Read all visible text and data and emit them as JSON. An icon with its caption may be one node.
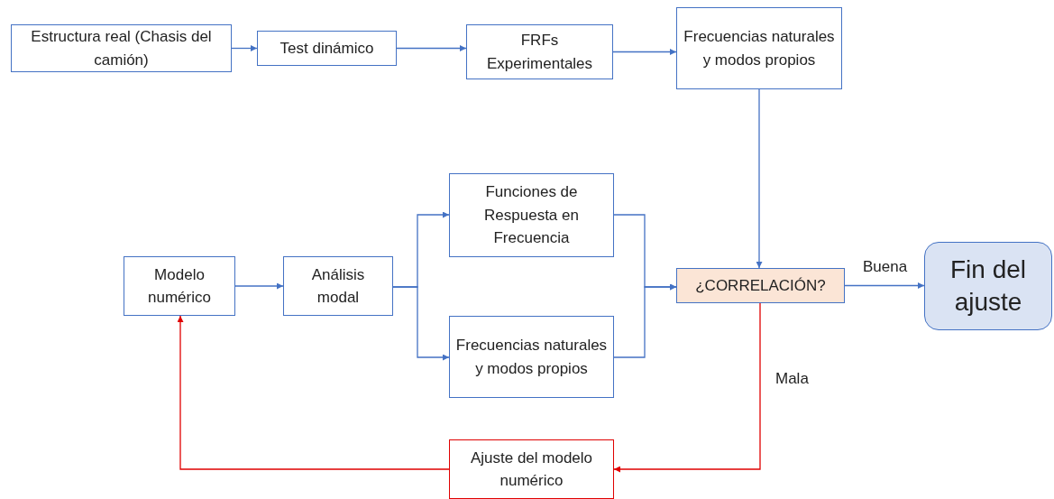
{
  "diagram": {
    "nodes": [
      {
        "text": [
          "Estructura real (Chasis del camión)"
        ]
      },
      {
        "text": [
          "Test dinámico"
        ]
      },
      {
        "text": [
          "FRFs Experimentales"
        ]
      },
      {
        "text": [
          "Frecuencias naturales y modos propios"
        ]
      },
      {
        "text": [
          "Modelo numérico"
        ]
      },
      {
        "text": [
          "Análisis modal"
        ]
      },
      {
        "text": [
          "Funciones de Respuesta en Frecuencia"
        ]
      },
      {
        "text": [
          "Frecuencias naturales y modos propios"
        ]
      },
      {
        "text": [
          "¿CORRELACIÓN?"
        ]
      },
      {
        "text": [
          "Fin del ajuste"
        ]
      },
      {
        "text": [
          "Ajuste del modelo numérico"
        ]
      }
    ],
    "edges": [
      {
        "from": 0,
        "to": 1,
        "arrow": "to"
      },
      {
        "from": 1,
        "to": 2,
        "arrow": "to"
      },
      {
        "from": 2,
        "to": 3,
        "arrow": "to"
      },
      {
        "from": 3,
        "to": 8,
        "arrow": "to"
      },
      {
        "from": 4,
        "to": 5,
        "arrow": "to"
      },
      {
        "from": 5,
        "to": 6,
        "arrow": "to"
      },
      {
        "from": 5,
        "to": 7,
        "arrow": "to"
      },
      {
        "from": 6,
        "to": 8,
        "arrow": "to"
      },
      {
        "from": 7,
        "to": 8,
        "arrow": "to"
      },
      {
        "from": 8,
        "to": 9,
        "arrow": "to",
        "label": "Buena"
      },
      {
        "from": 8,
        "to": 10,
        "arrow": "to",
        "label": "Mala",
        "color": "#e00000"
      },
      {
        "from": 10,
        "to": 4,
        "arrow": "to",
        "color": "#e00000"
      }
    ]
  }
}
